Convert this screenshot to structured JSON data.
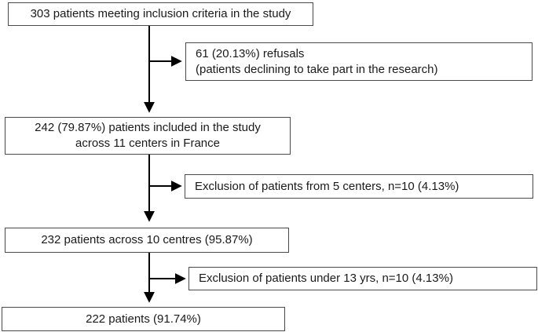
{
  "diagram": {
    "type": "flowchart",
    "nodes": {
      "criteria": {
        "text": "303 patients meeting inclusion criteria in the study"
      },
      "refusals": {
        "line1": "61 (20.13%) refusals",
        "line2": "(patients declining to take part in the research)"
      },
      "included": {
        "line1": "242 (79.87%) patients included in the study",
        "line2": "across 11 centers in France"
      },
      "exclusion_centers": {
        "text": "Exclusion of patients from 5 centers, n=10 (4.13%)"
      },
      "centres": {
        "text": "232 patients across 10 centres (95.87%)"
      },
      "exclusion_age": {
        "text": "Exclusion of patients under 13 yrs, n=10 (4.13%)"
      },
      "final": {
        "text": "222 patients (91.74%)"
      }
    },
    "colors": {
      "background": "#ffffff",
      "box_border": "#4a4a4a",
      "arrow": "#000000",
      "text": "#1a1a1a"
    }
  }
}
